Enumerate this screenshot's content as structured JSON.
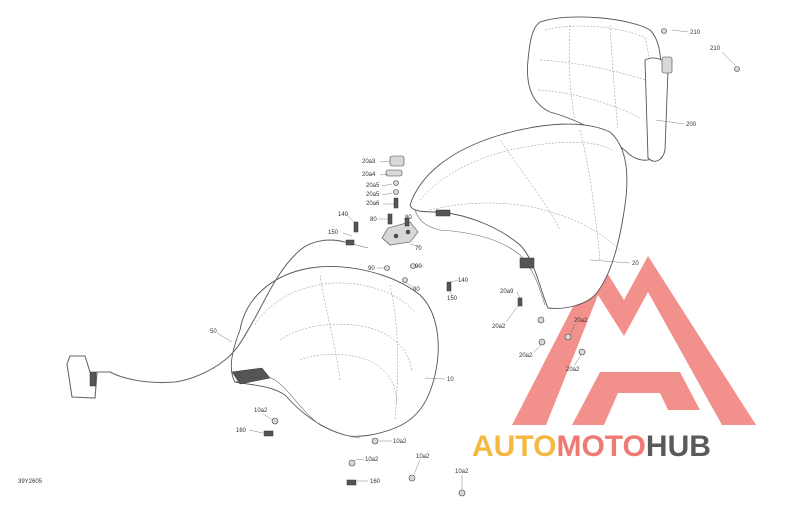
{
  "diagram": {
    "code": "39Y2605",
    "labels": {
      "l210a": "210",
      "l210b": "210",
      "l200": "200",
      "l20": "20",
      "l20a3": "20a3",
      "l20a4": "20a4",
      "l20a5a": "20a5",
      "l20a5b": "20a5",
      "l20a6": "20a6",
      "l80a": "80",
      "l80b": "80",
      "l70": "70",
      "l140a": "140",
      "l140b": "140",
      "l150a": "150",
      "l150b": "150",
      "l90a": "90",
      "l90b": "90",
      "l20a9": "20a9",
      "l20a2a": "20a2",
      "l20a2b": "20a2",
      "l20a2c": "20a2",
      "l20a2d": "20a2",
      "l50": "50",
      "l10": "10",
      "l10a2a": "10a2",
      "l10a2b": "10a2",
      "l10a2c": "10a2",
      "l10a2d": "10a2",
      "l10a2e": "10a2",
      "l160a": "160",
      "l160b": "160"
    }
  },
  "watermark": {
    "part1": "AUTO",
    "part2": "MOTO",
    "part3": "HUB",
    "color1": "#f5b942",
    "color2": "#ef7a72",
    "color3": "#5a5a5a",
    "logo_color": "#ef6f67"
  }
}
